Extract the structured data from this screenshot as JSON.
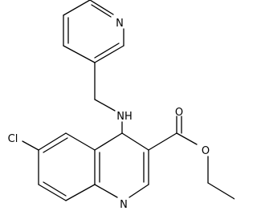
{
  "molecule": {
    "atoms": {
      "n_pyridine": "N",
      "nh": "NH",
      "cl": "Cl",
      "o_carbonyl": "O",
      "o_ester": "O",
      "n_quinoline": "N"
    }
  },
  "colors": {
    "bond": "#000000",
    "label": "#000000",
    "background": "#ffffff"
  }
}
